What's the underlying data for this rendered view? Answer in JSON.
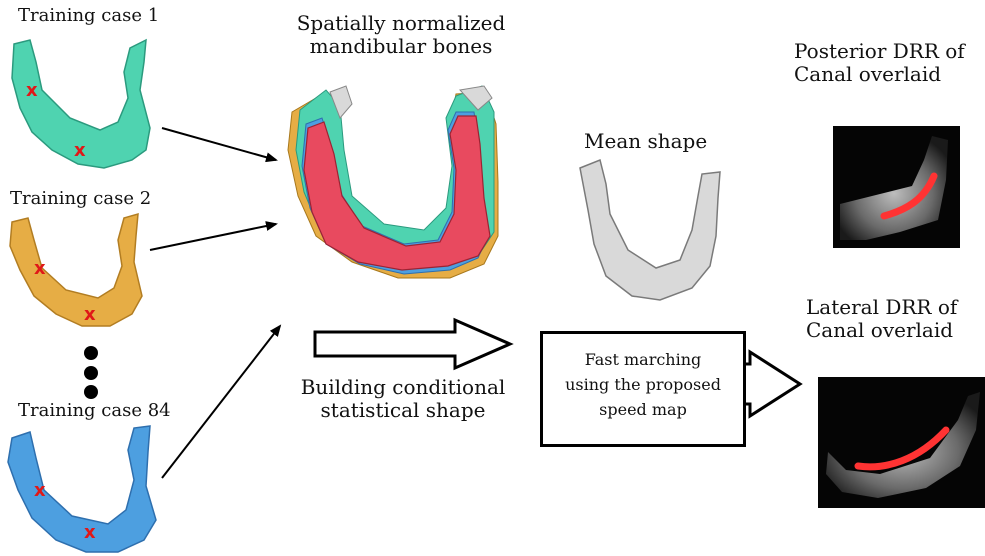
{
  "training": {
    "case1_label": "Training case 1",
    "case2_label": "Training case 2",
    "case84_label": "Training case 84",
    "marker": "x"
  },
  "normalized": {
    "line1": "Spatially normalized",
    "line2": "mandibular bones"
  },
  "building": {
    "line1": "Building conditional",
    "line2": "statistical shape"
  },
  "mean": {
    "label": "Mean shape"
  },
  "fastmarch": {
    "line1": "Fast marching",
    "line2": "using the proposed",
    "line3": "speed map"
  },
  "posterior": {
    "line1": "Posterior DRR of",
    "line2": "Canal overlaid"
  },
  "lateral": {
    "line1": "Lateral DRR of",
    "line2": "Canal overlaid"
  },
  "colors": {
    "case1": "#4fd3b0",
    "case2": "#e6ad45",
    "case84": "#4d9fe0",
    "normalized_main": "#e84a5f",
    "mean": "#d9d9d9",
    "marker": "#e01818",
    "canal": "#ff3333"
  }
}
